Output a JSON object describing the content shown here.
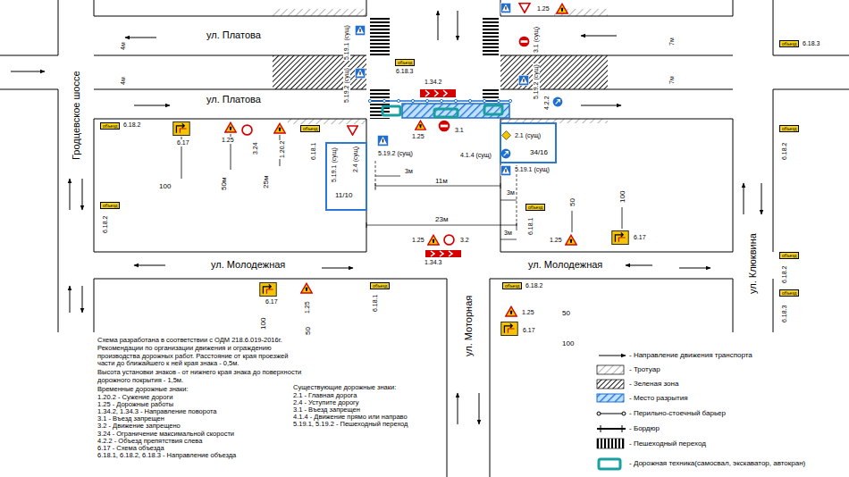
{
  "diagram": {
    "labels": [
      "ул. Платова",
      "ул. Платова",
      "Гродцевское шоссе",
      "ул. Молодежная",
      "ул. Молодежная",
      "ул. Моторная",
      "ул. Клюквина",
      "4м",
      "4м",
      "7м",
      "7м",
      "1.25",
      "5.19.1 (сущ)",
      "5.19.2 (сущ)",
      "объезд",
      "6.18.3",
      "1.34.2",
      "3.1 (сущ)",
      "5.19.2 (сущ)",
      "4.2.2",
      "объезд",
      "6.18.2",
      "6.17",
      "100",
      "1.25",
      "3.24",
      "50м",
      "1.20.2",
      "25м",
      "объезд",
      "6.18.1",
      "5.19.1 (сущ)",
      "2.4 (сущ)",
      "11/10",
      "5.19.2 (сущ)",
      "1.25",
      "3.1",
      "2.1 (сущ)",
      "4.1.4 (сущ)",
      "5.19.1 (сущ)",
      "34/16",
      "3м",
      "11м",
      "3м",
      "23м",
      "3м",
      "1.25",
      "3.2",
      "1.34.3",
      "50",
      "100",
      "6.17",
      "1.25",
      "объезд",
      "6.18.3",
      "объезд",
      "6.18.2",
      "объезд",
      "6.18.2",
      "объезд",
      "6.18.1",
      "объезд",
      "6.18.1",
      "объезд",
      "6.18.2",
      "объезд",
      "6.18.3",
      "объезд",
      "6.18.2",
      "1.25",
      "50",
      "6.17",
      "100",
      "6.17",
      "100",
      "1.25",
      "50",
      "Схема разработана в соответствии с ОДМ 218.6.019-2016г.",
      "Рекомендации по организации движения и ограждению производства дорожных работ. Расстояние от края проезжей части до ближайшего к ней края знака - 0,5м.",
      "Высота установки знаков - от нижнего края знака до поверхности дорожного покрытия - 1,5м.",
      "Временные дорожные знаки:",
      "1.20.2 - Сужение дороги",
      "1.25 - Дорожные работы",
      "1.34.2, 1.34.3 - Направление поворота",
      "3.1 - Въезд запрещен",
      "3.2 - Движение запрещено",
      "3.24 - Ограничение максимальной скорости",
      "4.2.2 - Объезд препятствия слева",
      "6.17 - Схема объезда",
      "6.18.1, 6.18.2, 6.18.3 - Направление объезда",
      "Существующие дорожные знаки:",
      "2.1 - Главная дорога",
      "2.4 - Уступите дорогу",
      "3.1 - Въезд запрещен",
      "4.1.4 - Движение прямо или направо",
      "5.19.1, 5.19.2 - Пешеходный переход"
    ],
    "legend": [
      {
        "text": "- Направление движения транспорта"
      },
      {
        "text": "- Тротуар"
      },
      {
        "text": "- Зеленая зона"
      },
      {
        "text": "- Место разрытия"
      },
      {
        "text": "- Перильно-стоечный барьер"
      },
      {
        "text": "- Бордюр"
      },
      {
        "text": "- Пешеходный переход"
      },
      {
        "text": "- Дорожная техника(самосвал, экскаватор, автокран)"
      }
    ]
  }
}
